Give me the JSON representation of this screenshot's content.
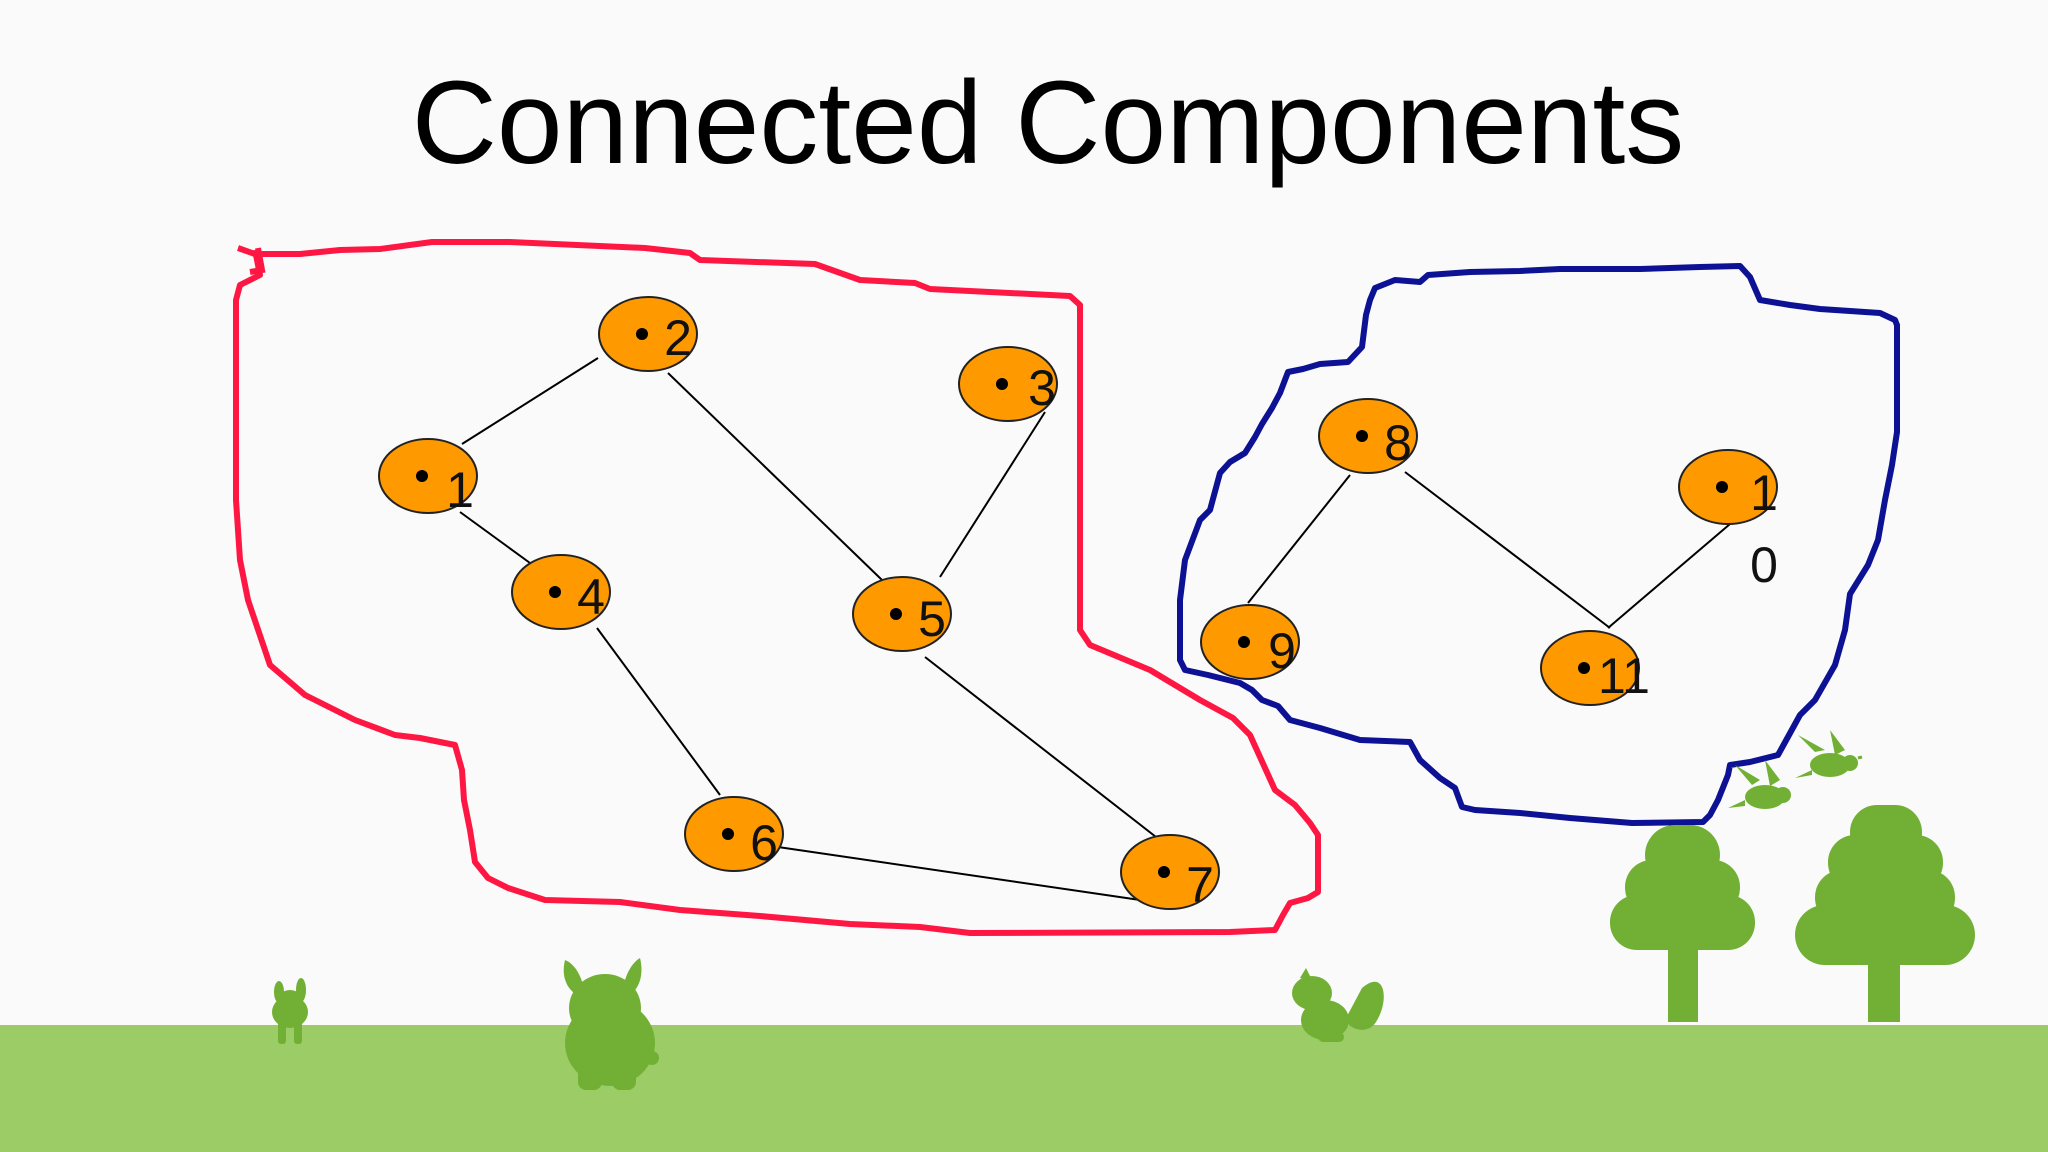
{
  "title": "Connected Components",
  "colors": {
    "node_fill": "#ff9900",
    "component_1_outline": "#ff1744",
    "component_2_outline": "#0d1294",
    "ground": "#9ccc65",
    "decoration": "#72b035"
  },
  "components": [
    {
      "name": "component-1",
      "color": "#ff1744",
      "nodes": [
        "1",
        "2",
        "3",
        "4",
        "5",
        "6",
        "7"
      ]
    },
    {
      "name": "component-2",
      "color": "#0d1294",
      "nodes": [
        "8",
        "9",
        "10",
        "11"
      ]
    }
  ],
  "nodes": [
    {
      "id": "1",
      "label_lines": [
        "1"
      ]
    },
    {
      "id": "2",
      "label_lines": [
        "2"
      ]
    },
    {
      "id": "3",
      "label_lines": [
        "3"
      ]
    },
    {
      "id": "4",
      "label_lines": [
        "4"
      ]
    },
    {
      "id": "5",
      "label_lines": [
        "5"
      ]
    },
    {
      "id": "6",
      "label_lines": [
        "6"
      ]
    },
    {
      "id": "7",
      "label_lines": [
        "7"
      ]
    },
    {
      "id": "8",
      "label_lines": [
        "8"
      ]
    },
    {
      "id": "9",
      "label_lines": [
        "9"
      ]
    },
    {
      "id": "10",
      "label_lines": [
        "1",
        "0"
      ]
    },
    {
      "id": "11",
      "label_lines": [
        "11"
      ]
    }
  ],
  "edges": [
    [
      "1",
      "2"
    ],
    [
      "1",
      "4"
    ],
    [
      "2",
      "5"
    ],
    [
      "3",
      "5"
    ],
    [
      "4",
      "6"
    ],
    [
      "5",
      "7"
    ],
    [
      "6",
      "7"
    ],
    [
      "8",
      "9"
    ],
    [
      "8",
      "11"
    ],
    [
      "10",
      "11"
    ]
  ],
  "decorations": [
    "bunny-small-icon",
    "rabbit-icon",
    "squirrel-icon",
    "bird-icon",
    "bird-icon",
    "tree-icon",
    "tree-icon"
  ]
}
